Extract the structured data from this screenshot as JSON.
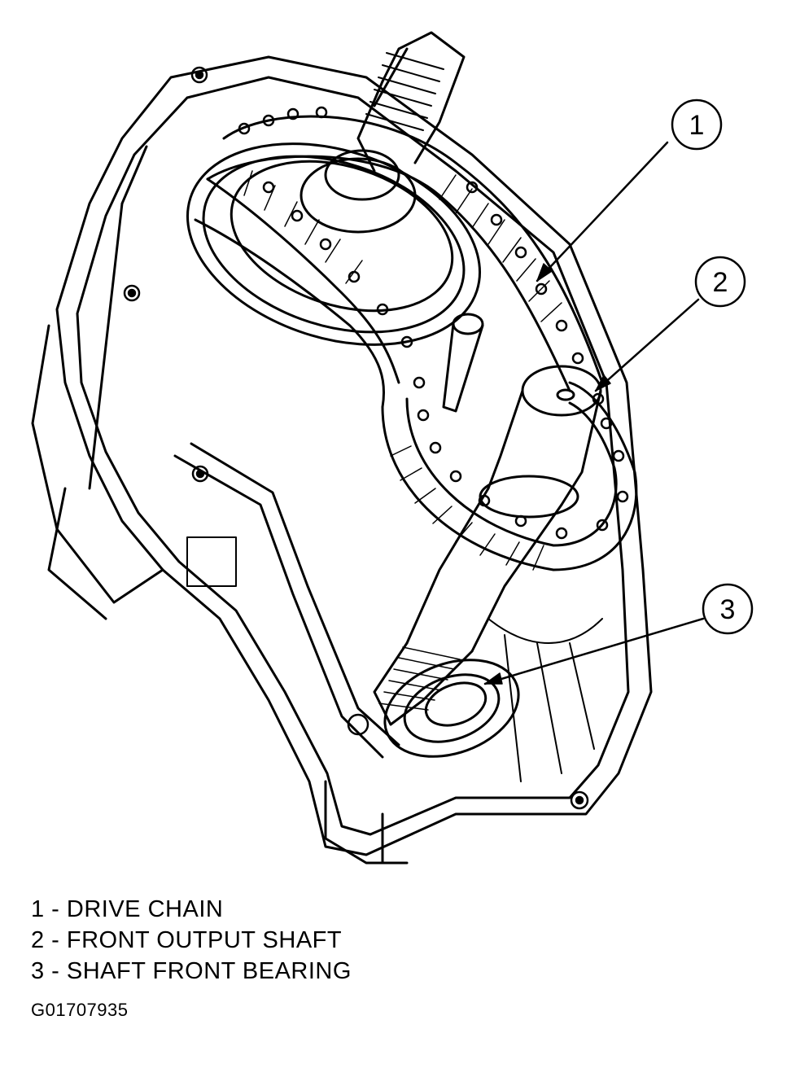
{
  "callouts": [
    {
      "number": "1"
    },
    {
      "number": "2"
    },
    {
      "number": "3"
    }
  ],
  "legend": [
    {
      "number": "1",
      "label": "DRIVE CHAIN",
      "text": "1 - DRIVE CHAIN"
    },
    {
      "number": "2",
      "label": "FRONT OUTPUT SHAFT",
      "text": "2 - FRONT OUTPUT SHAFT"
    },
    {
      "number": "3",
      "label": "SHAFT FRONT BEARING",
      "text": "3 - SHAFT FRONT BEARING"
    }
  ],
  "figure_id": "G01707935"
}
